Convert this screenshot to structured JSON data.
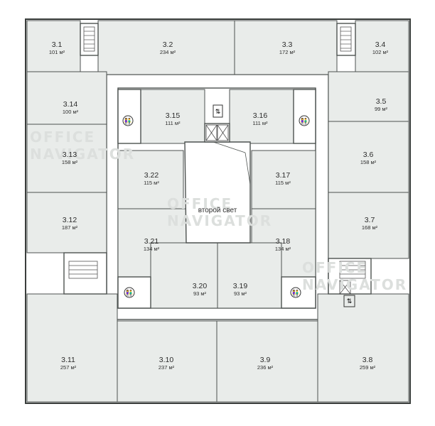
{
  "rooms": [
    {
      "id": "3.1",
      "area": "101 м²"
    },
    {
      "id": "3.2",
      "area": "234 м²"
    },
    {
      "id": "3.3",
      "area": "172 м²"
    },
    {
      "id": "3.4",
      "area": "102 м²"
    },
    {
      "id": "3.5",
      "area": "99 м²"
    },
    {
      "id": "3.6",
      "area": "158 м²"
    },
    {
      "id": "3.7",
      "area": "168 м²"
    },
    {
      "id": "3.8",
      "area": "259 м²"
    },
    {
      "id": "3.9",
      "area": "236 м²"
    },
    {
      "id": "3.10",
      "area": "237 м²"
    },
    {
      "id": "3.11",
      "area": "257 м²"
    },
    {
      "id": "3.12",
      "area": "187 м²"
    },
    {
      "id": "3.13",
      "area": "158 м²"
    },
    {
      "id": "3.14",
      "area": "100 м²"
    },
    {
      "id": "3.15",
      "area": "111 м²"
    },
    {
      "id": "3.16",
      "area": "111 м²"
    },
    {
      "id": "3.17",
      "area": "115 м²"
    },
    {
      "id": "3.18",
      "area": "134 м²"
    },
    {
      "id": "3.19",
      "area": "93 м²"
    },
    {
      "id": "3.20",
      "area": "93 м²"
    },
    {
      "id": "3.21",
      "area": "134 м²"
    },
    {
      "id": "3.22",
      "area": "115 м²"
    }
  ],
  "atrium_label": "второй свет",
  "watermark": {
    "line1": "OFFICE",
    "line2": "NAVIGATOR"
  },
  "icons": [
    "toilet-icon",
    "elevator-icon",
    "stairs-icon"
  ],
  "colors": {
    "room": "#e9ecea",
    "wall": "#4d5250",
    "corridor": "#ffffff"
  }
}
